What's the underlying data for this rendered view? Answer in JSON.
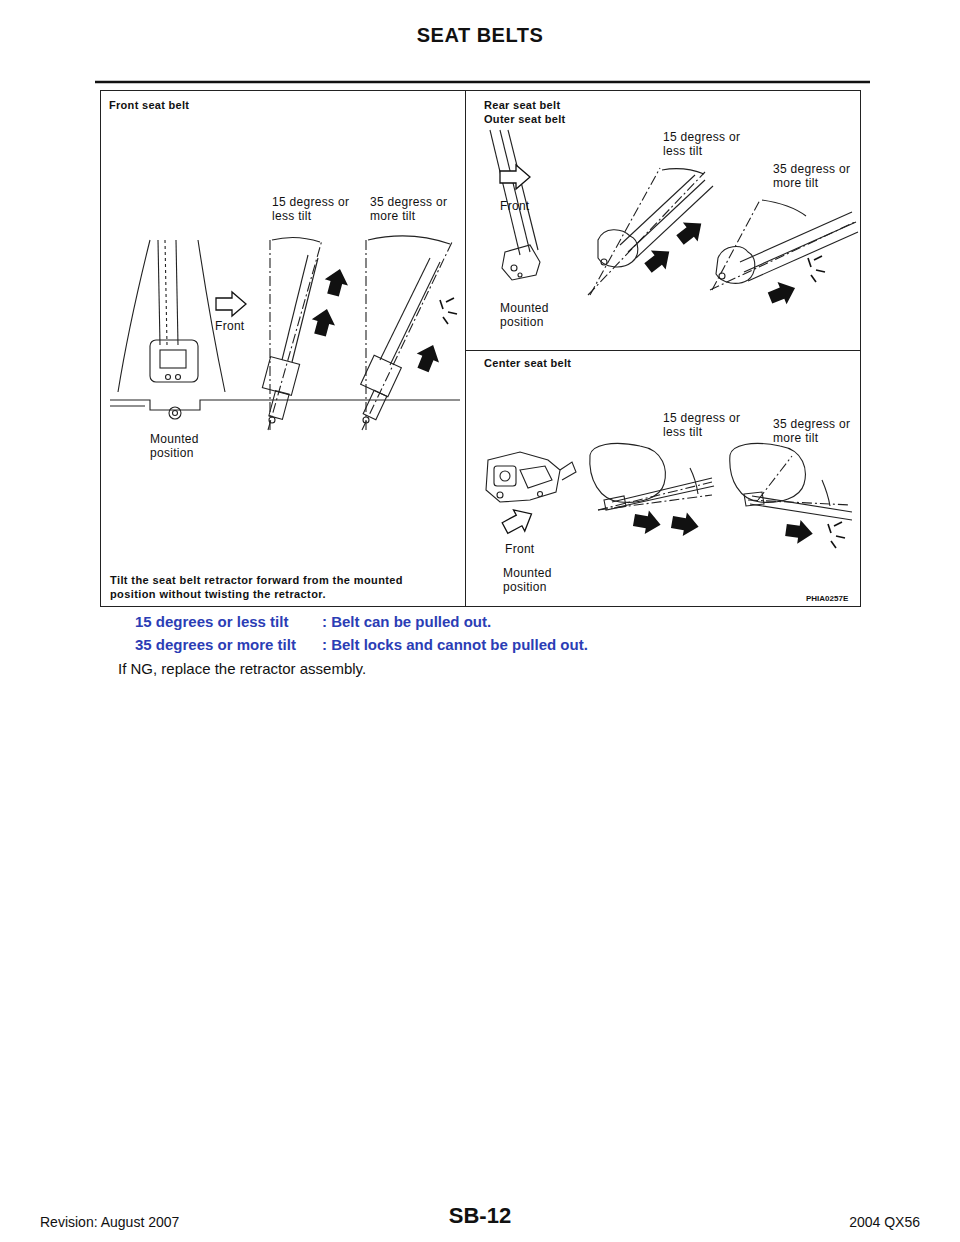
{
  "diagram": {
    "title": "SEAT BELTS",
    "nodes": [
      {
        "text": [
          "Front seat belt"
        ]
      },
      {
        "text": [
          "Rear seat belt",
          "Outer seat belt"
        ]
      },
      {
        "text": [
          "Center seat belt"
        ]
      }
    ],
    "labels": [
      "15 degress or less tilt",
      "35 degress or more tilt",
      "Front",
      "Mounted position",
      "Tilt the seat belt retractor forward from the mounted position without twisting the retractor.",
      "15 degress or less tilt",
      "35 degress or more tilt",
      "Front",
      "Mounted position",
      "15 degress or less tilt",
      "35 degress or more tilt",
      "Front",
      "Mounted position",
      "PHIA0257E",
      "15 degrees or less tilt",
      ": Belt can be pulled out.",
      "35 degrees or more tilt",
      ": Belt locks and cannot be pulled out.",
      "If NG, replace the retractor assembly.",
      "SB-12",
      "Revision: August 2007",
      "2004 QX56"
    ]
  }
}
